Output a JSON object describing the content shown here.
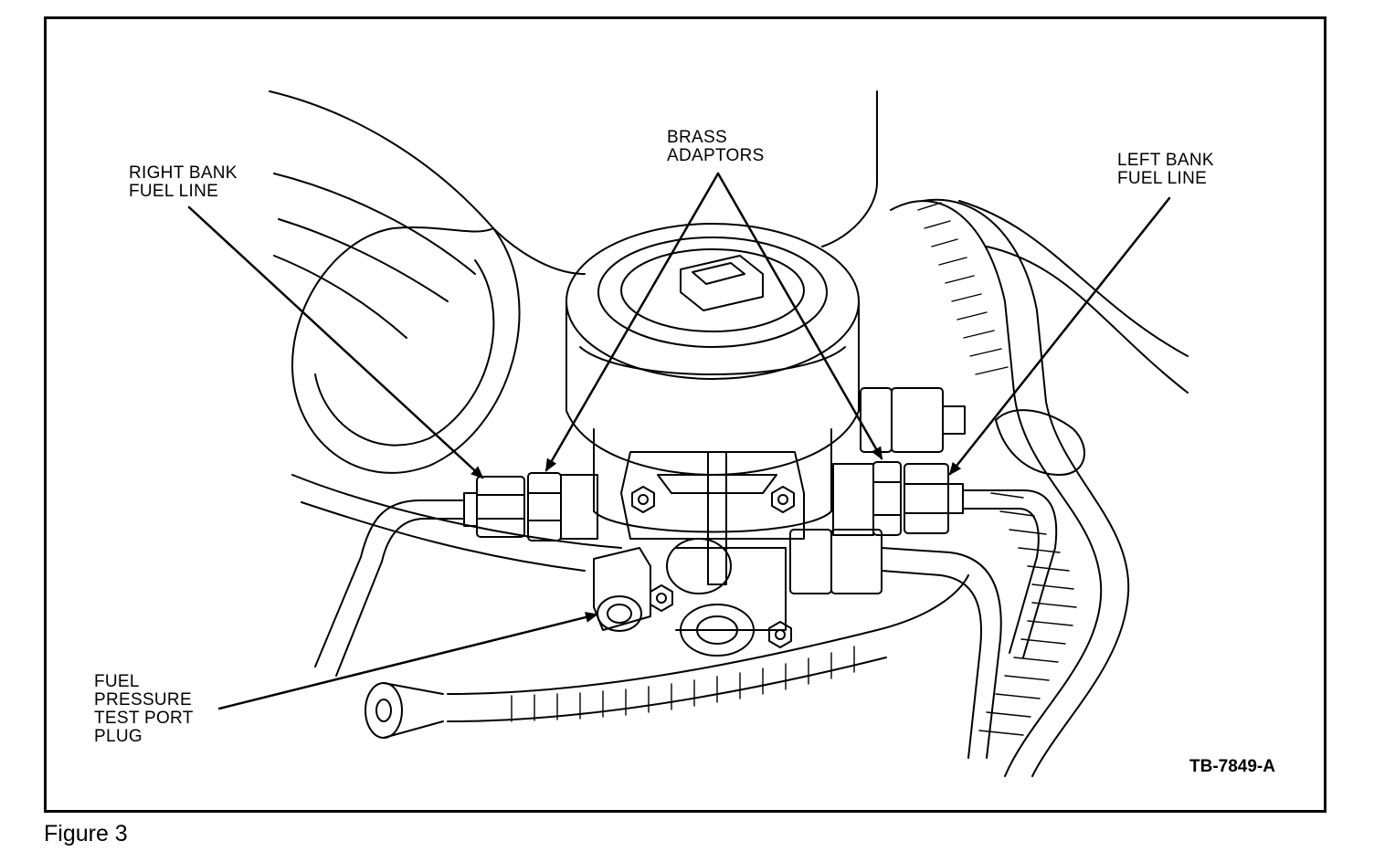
{
  "labels": {
    "brass_adaptors": "BRASS\nADAPTORS",
    "right_bank_fuel_line": "RIGHT BANK\nFUEL LINE",
    "left_bank_fuel_line": "LEFT BANK\nFUEL LINE",
    "fuel_pressure_test_port_plug": "FUEL\nPRESSURE\nTEST PORT\nPLUG"
  },
  "reference_code": "TB-7849-A",
  "caption": "Figure 3"
}
